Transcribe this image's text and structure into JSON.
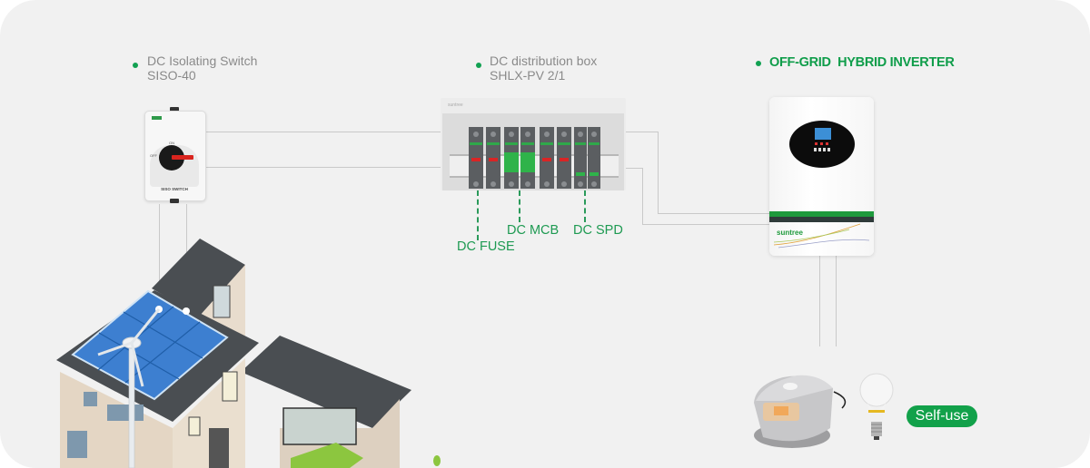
{
  "diagram": {
    "colors": {
      "accent_green": "#12a152",
      "label_gray": "#8a8a8a",
      "background": "#f1f1f1"
    },
    "isolating_switch": {
      "name": "DC Isolating Switch",
      "model": "SISO-40",
      "device_caption": "SISO SWITCH",
      "off_label": "OFF",
      "on_label": "ON"
    },
    "distribution_box": {
      "name": "DC distribution box",
      "model": "SHLX-PV 2/1",
      "brand": "suntree",
      "components": [
        {
          "label": "DC FUSE"
        },
        {
          "label": "DC MCB"
        },
        {
          "label": "DC SPD"
        }
      ]
    },
    "inverter": {
      "title": "OFF-GRID  HYBRID INVERTER",
      "brand": "suntree"
    },
    "loads": {
      "badge": "Self-use",
      "items": [
        "rice-cooker",
        "light-bulb"
      ]
    }
  }
}
